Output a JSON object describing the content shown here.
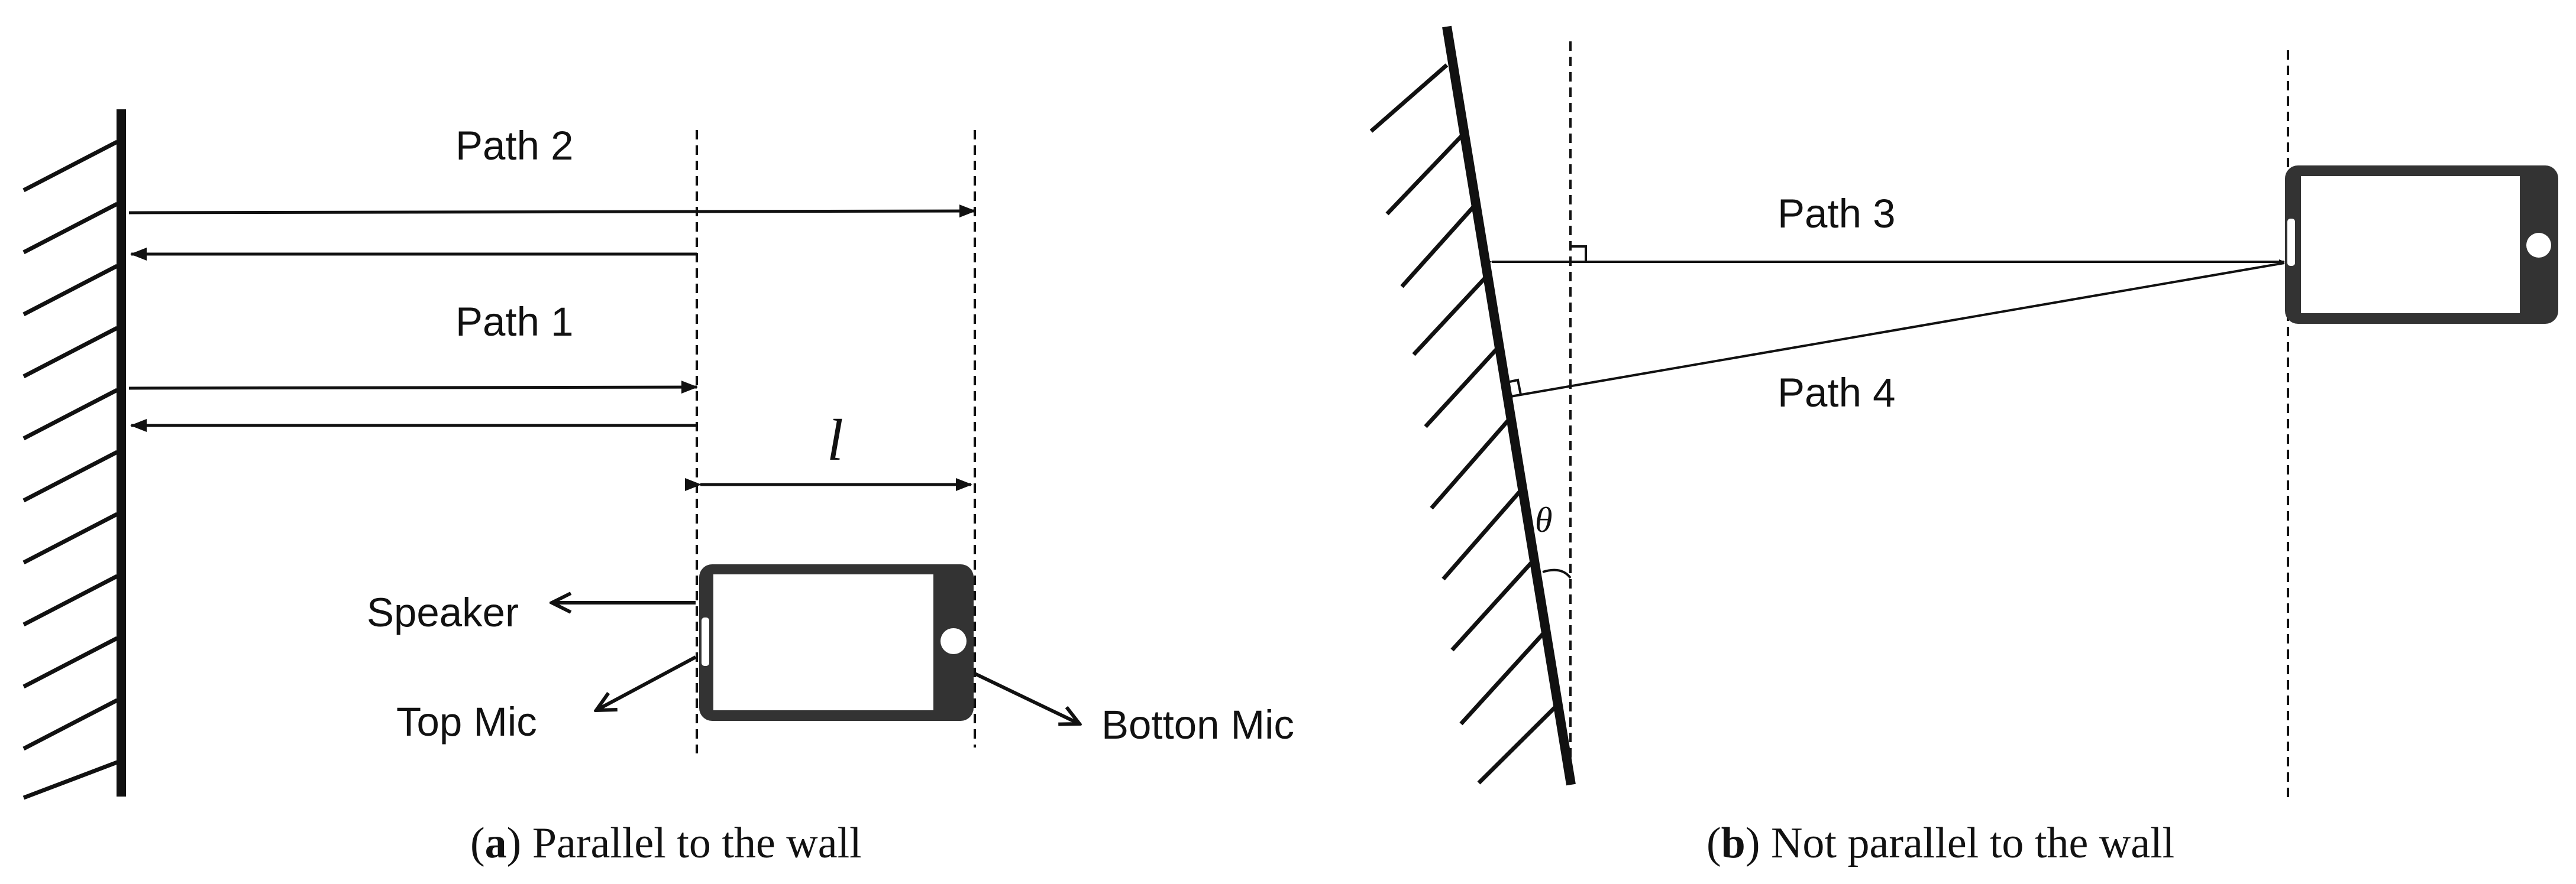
{
  "panel_a": {
    "path2_label": "Path 2",
    "path1_label": "Path 1",
    "distance_label": "l",
    "speaker_label": "Speaker",
    "top_mic_label": "Top Mic",
    "bottom_mic_label": "Botton Mic",
    "caption_letter": "a",
    "caption_text": "Parallel to the wall"
  },
  "panel_b": {
    "path3_label": "Path 3",
    "path4_label": "Path 4",
    "angle_label": "θ",
    "caption_letter": "b",
    "caption_text": "Not parallel to the wall"
  },
  "colors": {
    "ink": "#111111",
    "phone_body": "#333333",
    "phone_screen": "#ffffff"
  }
}
